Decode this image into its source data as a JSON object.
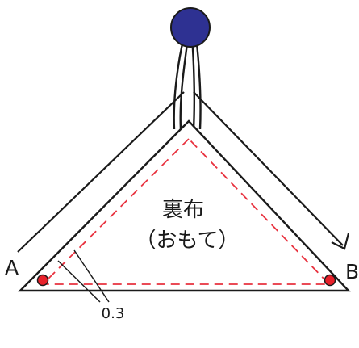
{
  "labels": {
    "point_a": "A",
    "point_b": "B",
    "fabric_line1": "裏布",
    "fabric_line2": "（おもて）",
    "seam_allowance": "0.3"
  },
  "colors": {
    "outline": "#1a1a1a",
    "stitch_line": "#e8323f",
    "corner_dot": "#e8202a",
    "bead_fill": "#2e3192",
    "background": "#ffffff"
  },
  "icons": {
    "bead": "blue-bead-icon",
    "corner_marker": "red-dot-icon",
    "fold_arrow": "fold-arrow-icon"
  }
}
